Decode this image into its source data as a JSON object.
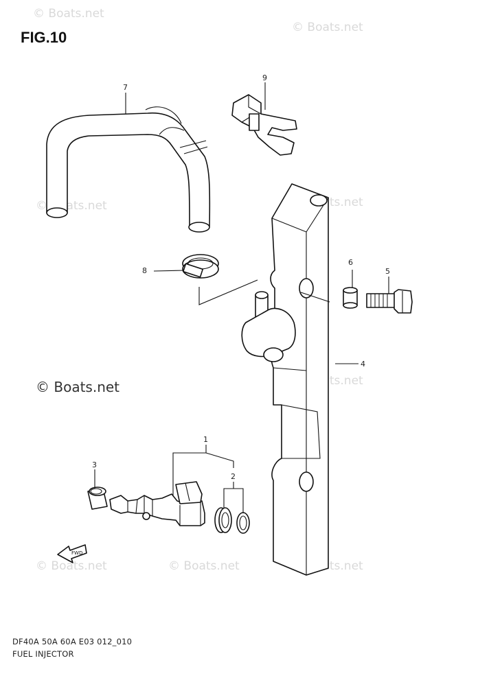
{
  "figure": {
    "title": "FIG.10"
  },
  "watermarks": [
    "© Boats.net",
    "© Boats.net",
    "© Boats.net",
    "© Boats.net",
    "© Boats.net",
    "© Boats.net",
    "© Boats.net",
    "© Boats.net",
    "© Boats.net"
  ],
  "callouts": [
    "1",
    "2",
    "3",
    "4",
    "5",
    "6",
    "7",
    "8",
    "9"
  ],
  "fwd_label": "FWD",
  "footer": {
    "code": "DF40A 50A 60A E03 012_010",
    "name": "FUEL INJECTOR"
  }
}
